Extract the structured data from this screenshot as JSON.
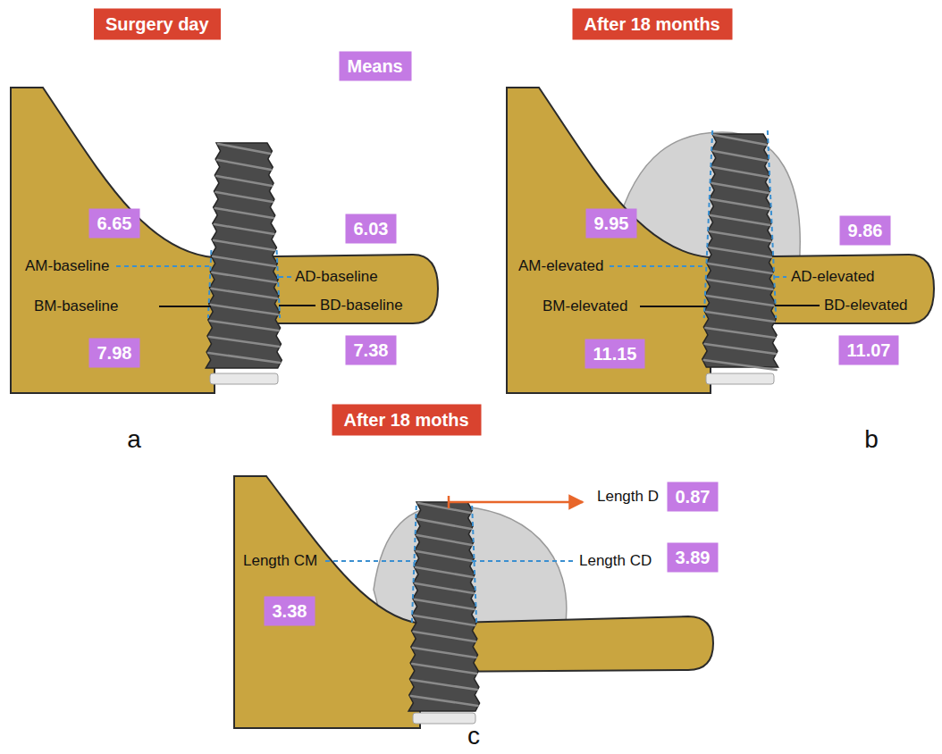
{
  "diagram": {
    "nodes": [
      {
        "text": [
          "Surgery day"
        ]
      },
      {
        "text": [
          "Means"
        ]
      },
      {
        "text": [
          "After 18 months"
        ]
      },
      {
        "text": [
          "6.65"
        ]
      },
      {
        "text": [
          "6.03"
        ]
      },
      {
        "text": [
          "9.95"
        ]
      },
      {
        "text": [
          "9.86"
        ]
      },
      {
        "text": [
          "7.98"
        ]
      },
      {
        "text": [
          "7.38"
        ]
      },
      {
        "text": [
          "11.15"
        ]
      },
      {
        "text": [
          "11.07"
        ]
      },
      {
        "text": [
          "After 18 moths"
        ]
      },
      {
        "text": [
          "0.87"
        ]
      },
      {
        "text": [
          "3.89"
        ]
      },
      {
        "text": [
          "3.38"
        ]
      }
    ],
    "labels": [
      "AM-baseline",
      "AD-baseline",
      "BM-baseline",
      "BD-baseline",
      "AM-elevated",
      "AD-elevated",
      "BM-elevated",
      "BD-elevated",
      "a",
      "b",
      "Length D",
      "Length CD",
      "Length CM",
      "c"
    ]
  }
}
